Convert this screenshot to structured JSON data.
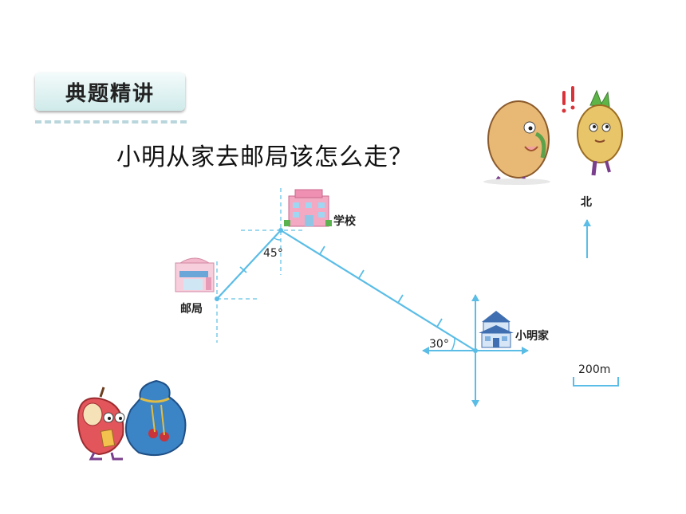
{
  "header": {
    "section_tag": "典题精讲"
  },
  "question": "小明从家去邮局该怎么走？",
  "diagram": {
    "places": {
      "school": "学校",
      "post_office": "邮局",
      "home": "小明家"
    },
    "angles": {
      "school_angle": "45°",
      "home_angle": "30°"
    },
    "compass_label": "北",
    "scale_label": "200m"
  },
  "colors": {
    "line": "#5bbde6",
    "dash": "#7ccbe8",
    "tag_bg": "#d6eeee"
  }
}
